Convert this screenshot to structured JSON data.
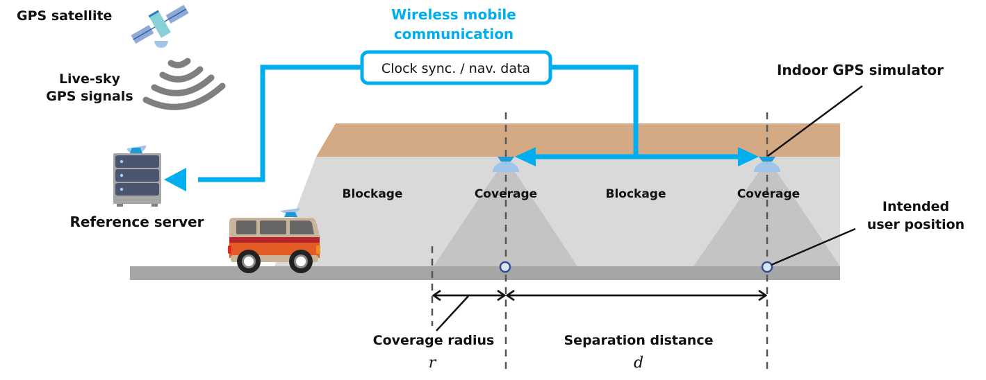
{
  "diagram": {
    "labels": {
      "gps_satellite": "GPS satellite",
      "live_sky_line1": "Live-sky",
      "live_sky_line2": "GPS signals",
      "wireless_line1": "Wireless mobile",
      "wireless_line2": "communication",
      "data_box": "Clock sync. / nav. data",
      "indoor_simulator": "Indoor GPS simulator",
      "reference_server": "Reference server",
      "blockage_1": "Blockage",
      "coverage_1": "Coverage",
      "blockage_2": "Blockage",
      "coverage_2": "Coverage",
      "intended_line1": "Intended",
      "intended_line2": "user position",
      "coverage_radius": "Coverage radius",
      "coverage_radius_symbol": "r",
      "separation_distance": "Separation distance",
      "separation_distance_symbol": "d"
    },
    "colors": {
      "wireless_link": "#00aeef",
      "ceiling": "#d4aa84",
      "tunnel_wall": "#d9d9d9",
      "coverage_cone": "#c4c4c4",
      "road": "#a6a6a6",
      "server_body": "#a6a6a6",
      "server_panel": "#4a5570",
      "antenna_dish": "#9fc5e8",
      "antenna_base": "#1e9bd7",
      "van_body": "#e35b25",
      "van_stripe": "#b6252c",
      "van_top": "#c9b49a",
      "user_marker_fill": "#dde6f5",
      "user_marker_stroke": "#2e4f9a",
      "signal_arcs": "#7f7f7f"
    }
  }
}
